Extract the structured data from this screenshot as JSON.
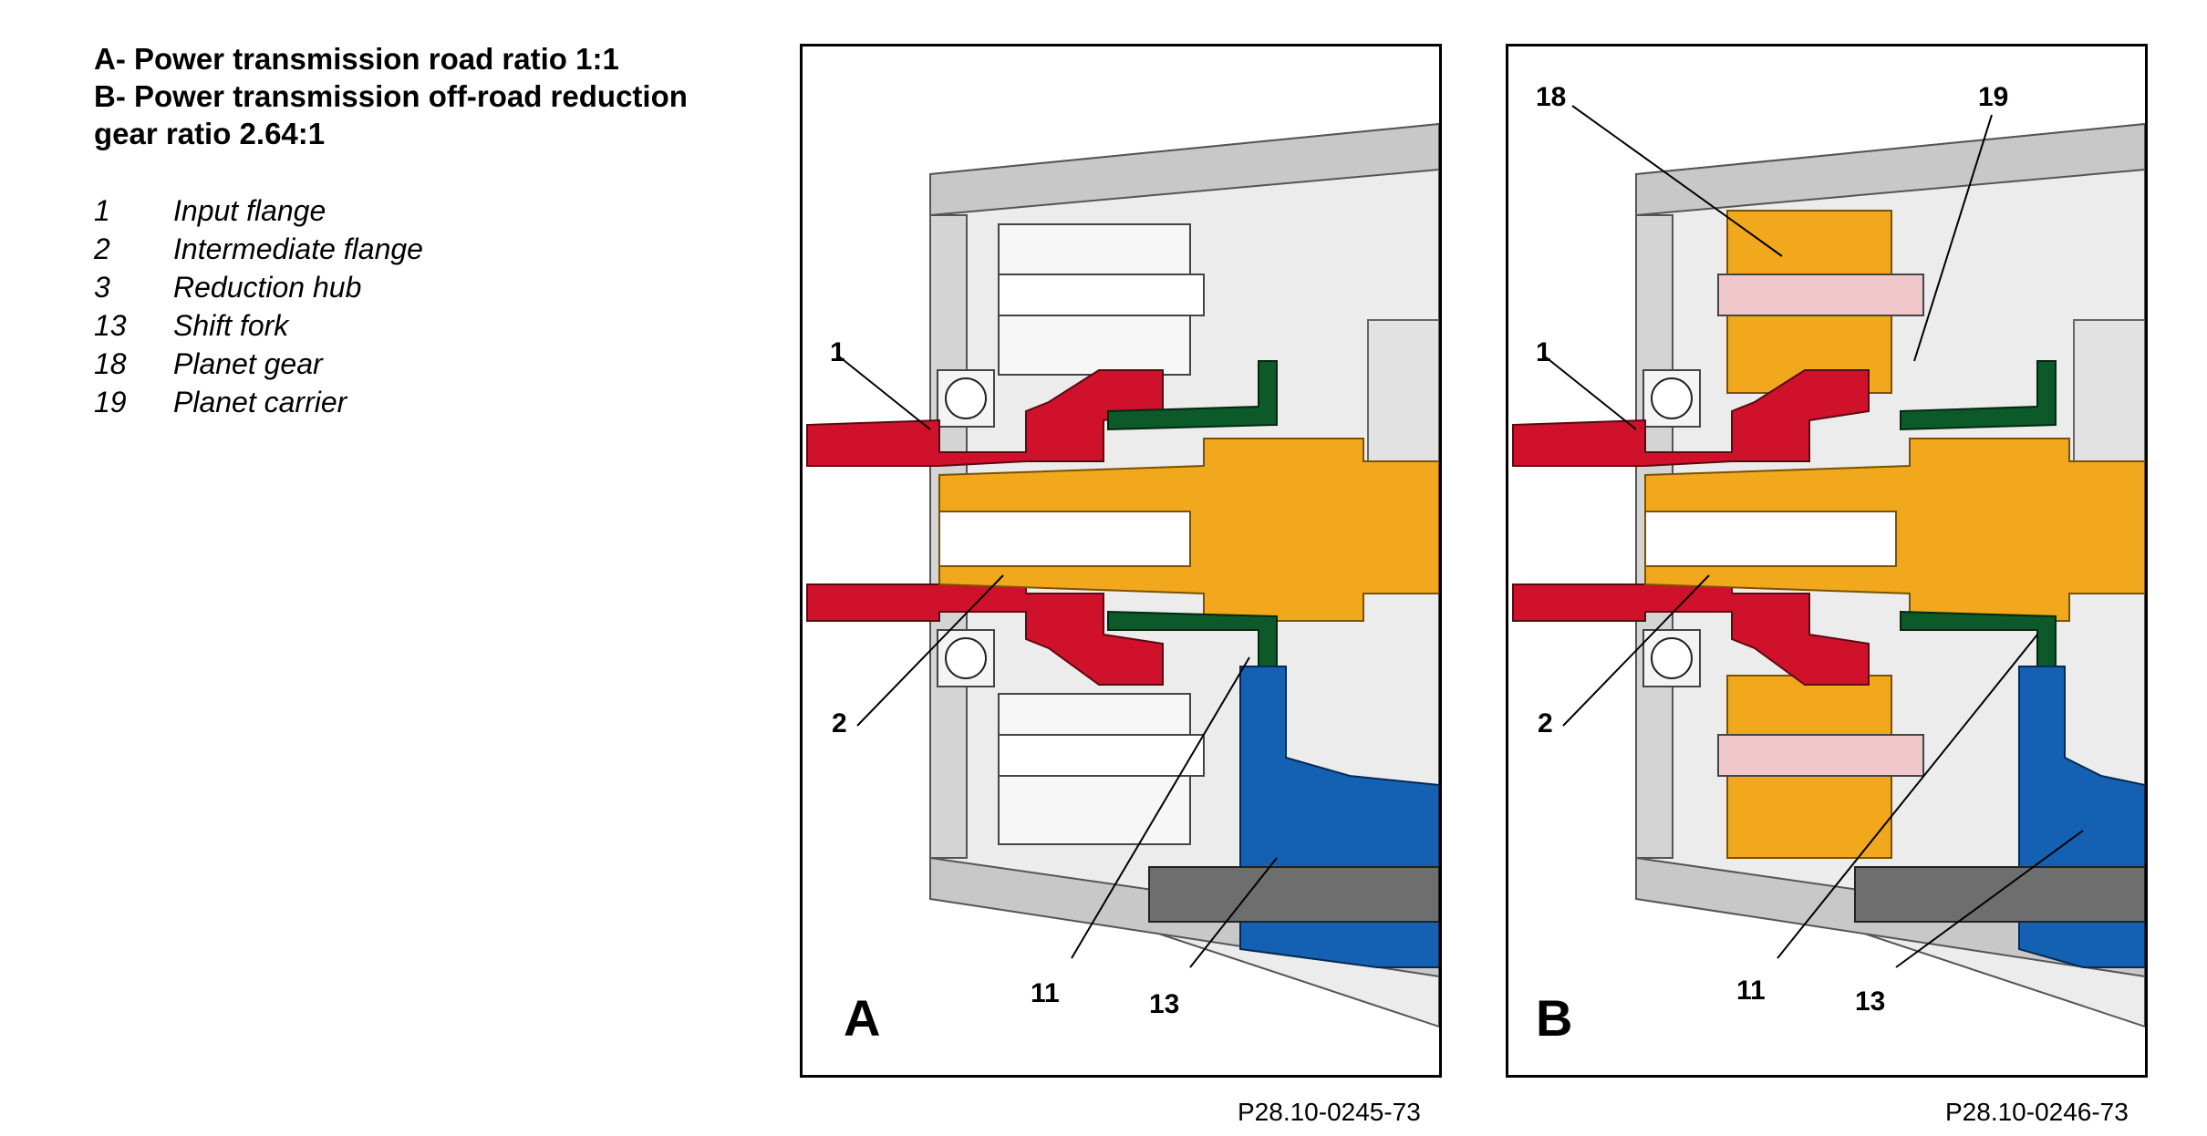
{
  "header": {
    "line_a": "A- Power transmission road ratio 1:1",
    "line_b1": "B- Power transmission off-road reduction",
    "line_b2": "gear ratio 2.64:1"
  },
  "legend": [
    {
      "num": "1",
      "label": "Input flange"
    },
    {
      "num": "2",
      "label": "Intermediate flange"
    },
    {
      "num": "3",
      "label": "Reduction hub"
    },
    {
      "num": "13",
      "label": "Shift fork"
    },
    {
      "num": "18",
      "label": "Planet gear"
    },
    {
      "num": "19",
      "label": "Planet carrier"
    }
  ],
  "panels": {
    "a": {
      "letter": "A",
      "code": "P28.10-0245-73",
      "callouts": {
        "c1": "1",
        "c2": "2",
        "c11": "11",
        "c13": "13"
      }
    },
    "b": {
      "letter": "B",
      "code": "P28.10-0246-73",
      "callouts": {
        "c18": "18",
        "c19": "19",
        "c1": "1",
        "c2": "2",
        "c11": "11",
        "c13": "13"
      }
    }
  },
  "colors": {
    "housing": "#c8c8c8",
    "input_flange": "#d0112b",
    "shaft": "#f2a81d",
    "shift_sleeve": "#0c5a2a",
    "shift_fork": "#1461b3",
    "rail": "#6e6e6e",
    "planet_gear": "#f0c8cc"
  }
}
